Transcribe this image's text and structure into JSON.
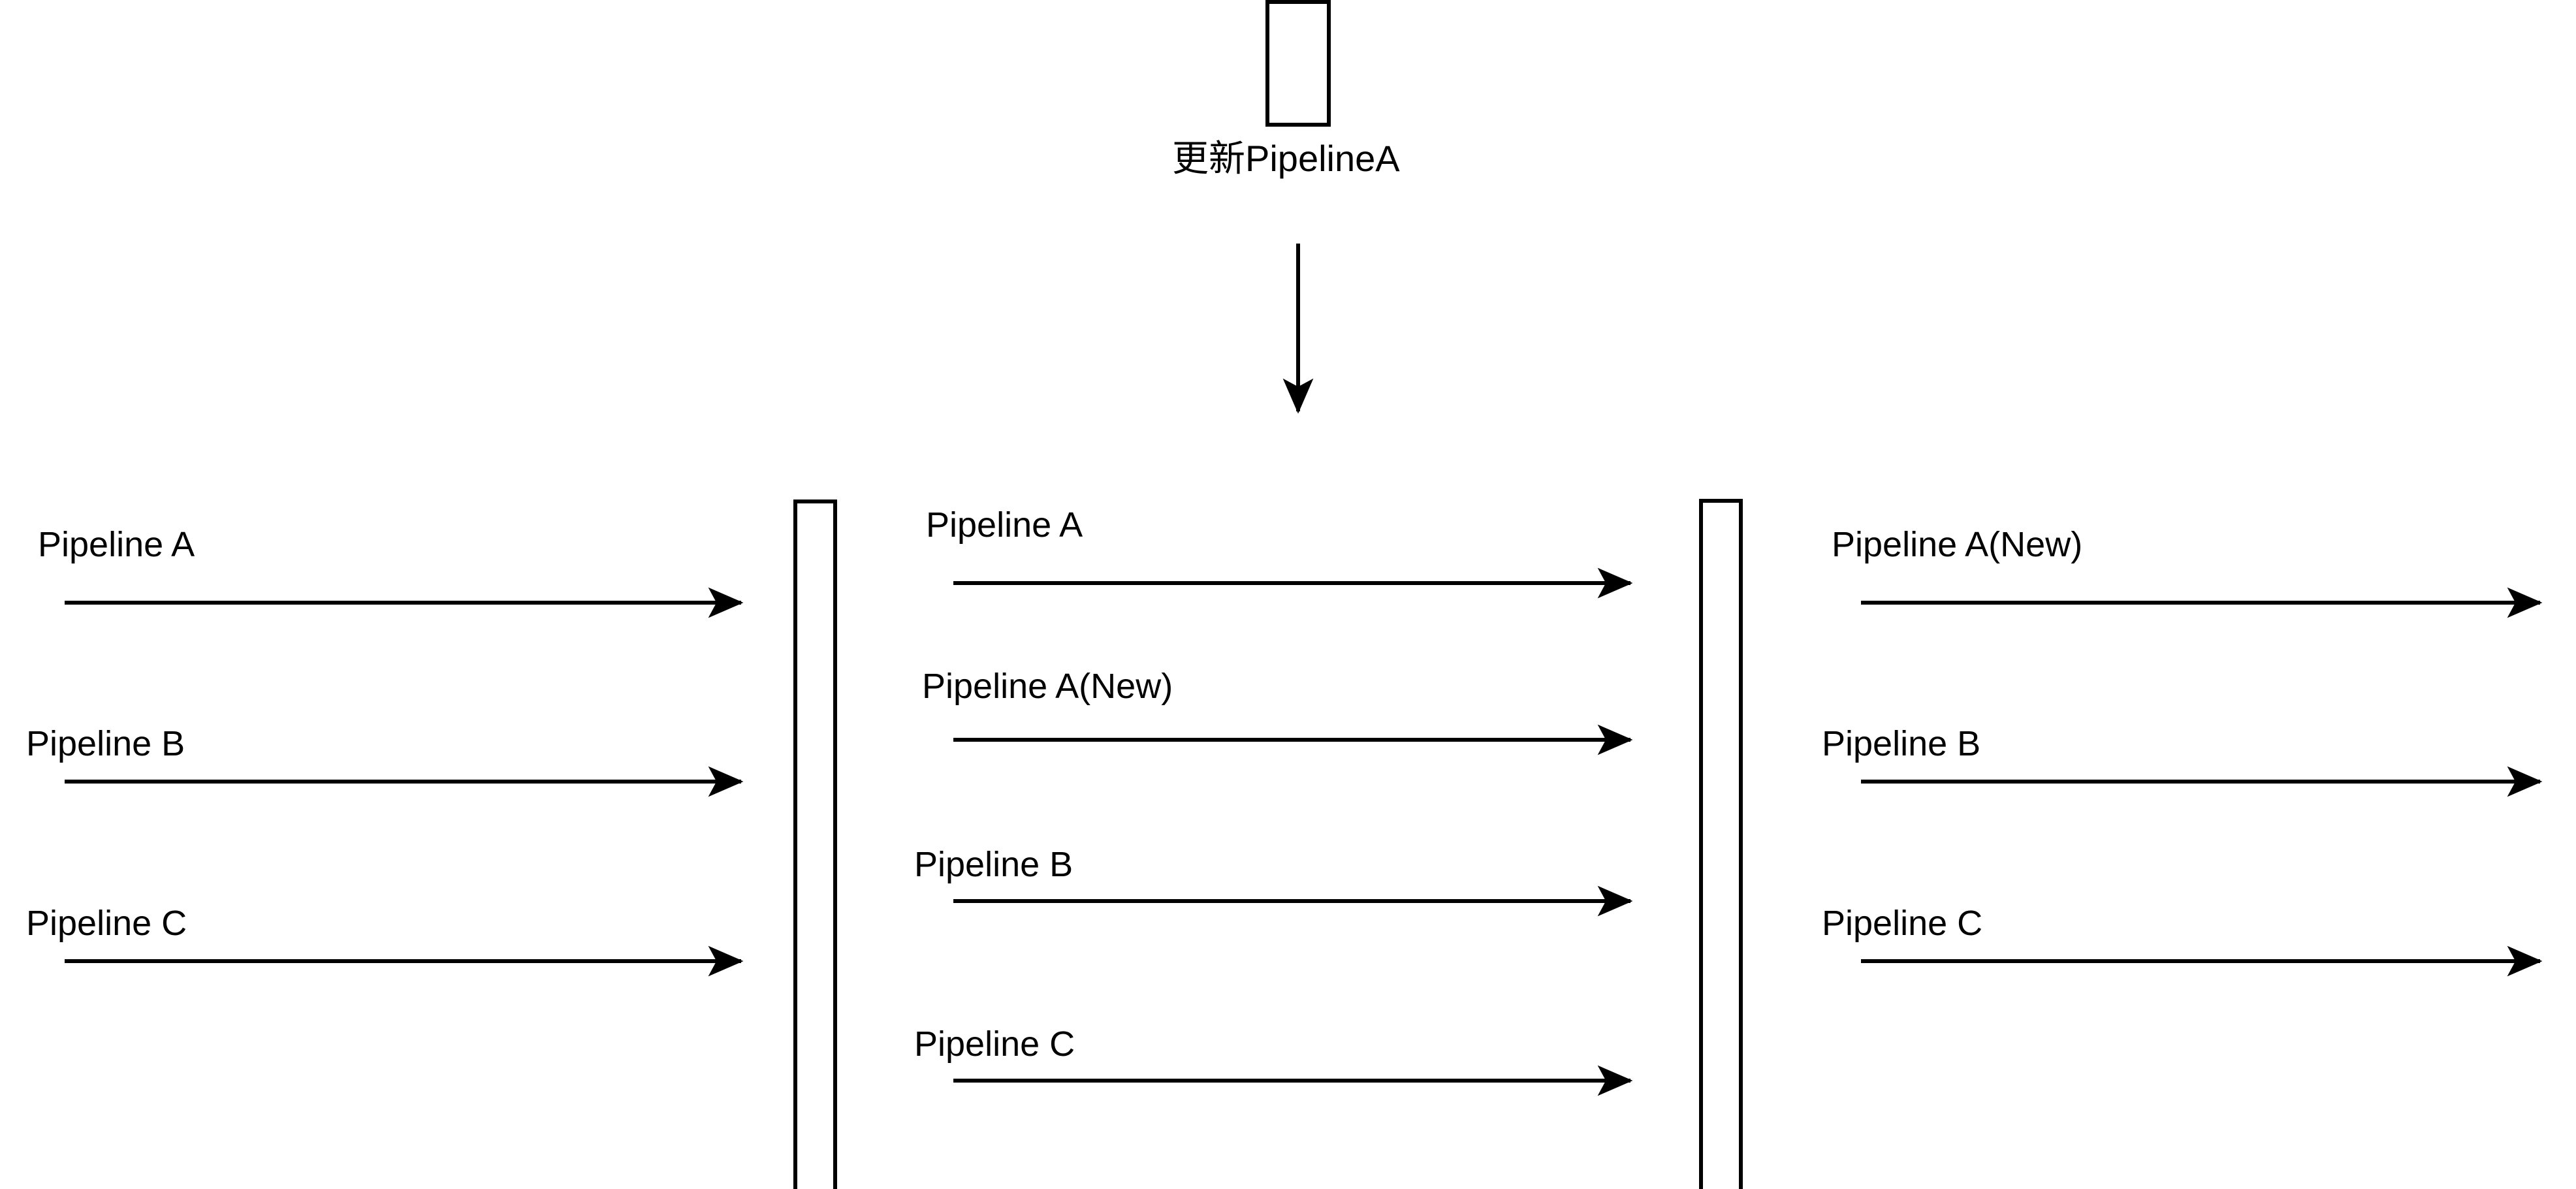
{
  "diagram": {
    "title_caption": "更新PipelineA",
    "top_box": {
      "label": ""
    },
    "flow_arrow": {
      "direction": "down"
    },
    "groups": [
      {
        "id": "before",
        "name": "left-group",
        "rows": [
          {
            "label": "Pipeline A"
          },
          {
            "label": "Pipeline B"
          },
          {
            "label": "Pipeline C"
          }
        ]
      },
      {
        "id": "during",
        "name": "middle-group",
        "rows": [
          {
            "label": "Pipeline A"
          },
          {
            "label": "Pipeline A(New)"
          },
          {
            "label": "Pipeline B"
          },
          {
            "label": "Pipeline C"
          }
        ]
      },
      {
        "id": "after",
        "name": "right-group",
        "rows": [
          {
            "label": "Pipeline A(New)"
          },
          {
            "label": "Pipeline B"
          },
          {
            "label": "Pipeline C"
          }
        ]
      }
    ],
    "bars": [
      {
        "id": "left-bar"
      },
      {
        "id": "right-bar"
      }
    ],
    "colors": {
      "stroke": "#000000",
      "background": "#ffffff",
      "text": "#000000"
    }
  }
}
